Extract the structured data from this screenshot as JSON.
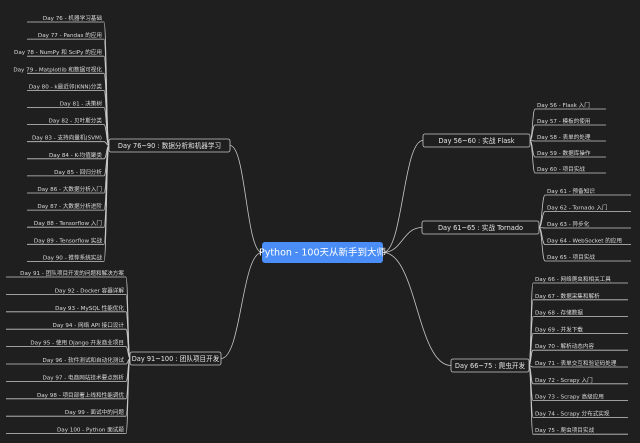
{
  "root": {
    "label": "Python - 100天从新手到大师"
  },
  "branches": [
    {
      "label": "Day 56~60 : 实战 Flask",
      "items": [
        "Day 56 - Flask 入门",
        "Day 57 - 模板的使用",
        "Day 58 - 表单的处理",
        "Day 59 - 数据库操作",
        "Day 60 - 项目实战"
      ]
    },
    {
      "label": "Day 61~65 : 实战 Tornado",
      "items": [
        "Day 61 - 预备知识",
        "Day 62 - Tornado 入门",
        "Day 63 - 异步化",
        "Day 64 - WebSocket 的应用",
        "Day 65 - 项目实战"
      ]
    },
    {
      "label": "Day 66~75 : 爬虫开发",
      "items": [
        "Day 66 - 网络爬虫和相关工具",
        "Day 67 - 数据采集和解析",
        "Day 68 - 存储数据",
        "Day 69 - 并发下载",
        "Day 70 - 解析动态内容",
        "Day 71 - 表单交互和验证码处理",
        "Day 72 - Scrapy 入门",
        "Day 73 - Scrapy 高级应用",
        "Day 74 - Scrapy 分布式实现",
        "Day 75 - 爬虫项目实战"
      ]
    },
    {
      "label": "Day 76~90 : 数据分析和机器学习",
      "items": [
        "Day 76 - 机器学习基础",
        "Day 77 - Pandas 的应用",
        "Day 78 - NumPy 和 SciPy 的应用",
        "Day 79 - Matplotlib 和数据可视化",
        "Day 80 - k最近邻(KNN)分类",
        "Day 81 - 决策树",
        "Day 82 - 贝叶斯分类",
        "Day 83 - 支持向量机(SVM)",
        "Day 84 - K-均值聚类",
        "Day 85 - 回归分析",
        "Day 86 - 大数据分析入门",
        "Day 87 - 大数据分析进阶",
        "Day 88 - Tensorflow 入门",
        "Day 89 - Tensorflow 实战",
        "Day 90 - 推荐系统实战"
      ]
    },
    {
      "label": "Day 91~100 : 团队项目开发",
      "items": [
        "Day 91 - 团队项目开发的问题和解决方案",
        "Day 92 - Docker 容器详解",
        "Day 93 - MySQL 性能优化",
        "Day 94 - 网络 API 接口设计",
        "Day 95 - 使用 Django 开发商业项目",
        "Day 96 - 软件测试和自动化测试",
        "Day 97 - 电商网站技术要点剖析",
        "Day 98 - 项目部署上线和性能调优",
        "Day 99 - 面试中的问题",
        "Day 100 - Python 面试题"
      ]
    }
  ]
}
